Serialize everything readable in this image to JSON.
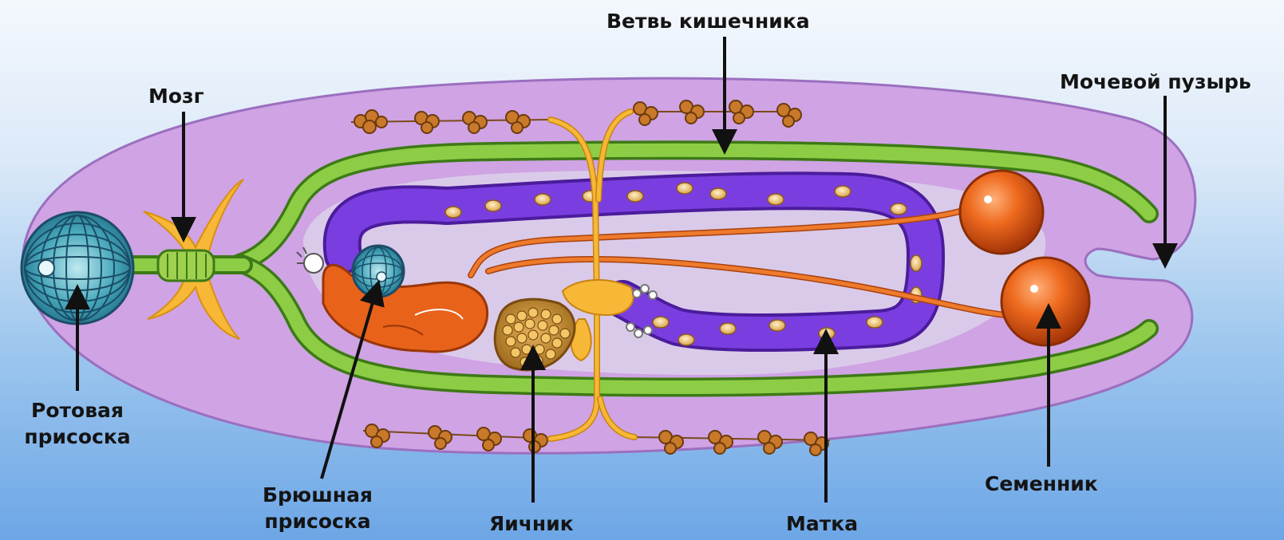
{
  "labels": {
    "intestine_branch": "Ветвь кишечника",
    "brain": "Мозг",
    "bladder": "Мочевой пузырь",
    "oral_sucker": [
      "Ротовая",
      "присоска"
    ],
    "ventral_sucker": [
      "Брюшная",
      "присоска"
    ],
    "ovary": "Яичник",
    "uterus": "Матка",
    "testis": "Семенник"
  },
  "colors": {
    "body": "#cfa3e4",
    "intestine": "#7cbd38",
    "uterus": "#7a3ee0",
    "testis": "#e8621a",
    "nerve": "#f6b836",
    "vitelline_duct": "#f0a028",
    "sucker": "#4fb8c8",
    "arrow": "#111111"
  },
  "icons": [
    "oral-sucker-icon",
    "ventral-sucker-icon",
    "ovary-icon",
    "testis-icon",
    "uterus-icon",
    "brain-icon"
  ]
}
